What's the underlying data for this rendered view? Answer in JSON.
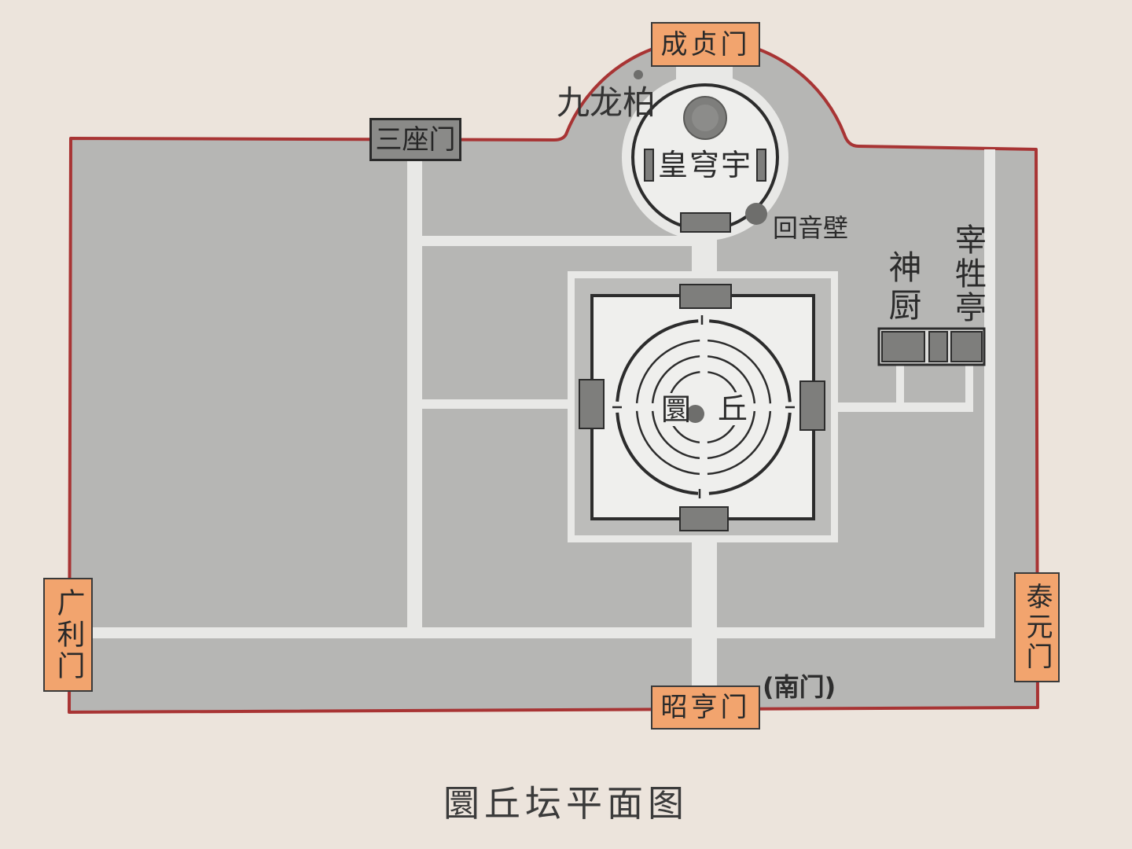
{
  "map": {
    "gates": {
      "north": "成贞门",
      "south": "昭亨门",
      "south_note": "(南门)",
      "west": "广利门",
      "east": "泰元门",
      "sanzuo": "三座门"
    },
    "labels": {
      "jiulongbai": "九龙柏",
      "huangqiongyu": "皇穹宇",
      "huiyinbi": "回音壁",
      "yuanqiu_left": "圜",
      "yuanqiu_right": "丘",
      "shenchu": "神厨",
      "zaishengting": "宰牲亭"
    }
  },
  "caption": "圜丘坛平面图",
  "colors": {
    "page_background": "#ece4dc",
    "boundary_wall": "#a83434",
    "ground": "#b6b6b4",
    "path": "#e8e8e6",
    "gate_fill": "#f2a46e",
    "building_fill": "#7e7e7c",
    "outline": "#2c2c2c"
  }
}
